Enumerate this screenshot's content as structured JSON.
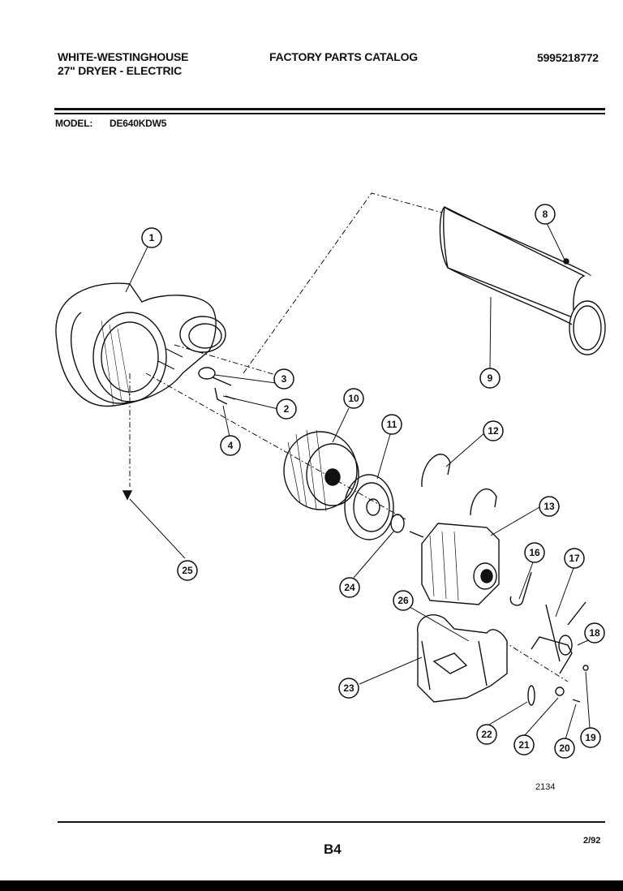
{
  "header": {
    "brand": "WHITE-WESTINGHOUSE",
    "subtitle": "27\" DRYER - ELECTRIC",
    "catalog_title": "FACTORY PARTS CATALOG",
    "part_number": "5995218772",
    "model_label": "MODEL:",
    "model_value": "DE640KDW5"
  },
  "callouts": [
    "1",
    "2",
    "3",
    "4",
    "8",
    "9",
    "10",
    "11",
    "12",
    "13",
    "16",
    "17",
    "18",
    "19",
    "20",
    "21",
    "22",
    "23",
    "24",
    "25",
    "26"
  ],
  "footer": {
    "drawing_code": "2134",
    "page_code": "B4",
    "date": "2/92"
  }
}
